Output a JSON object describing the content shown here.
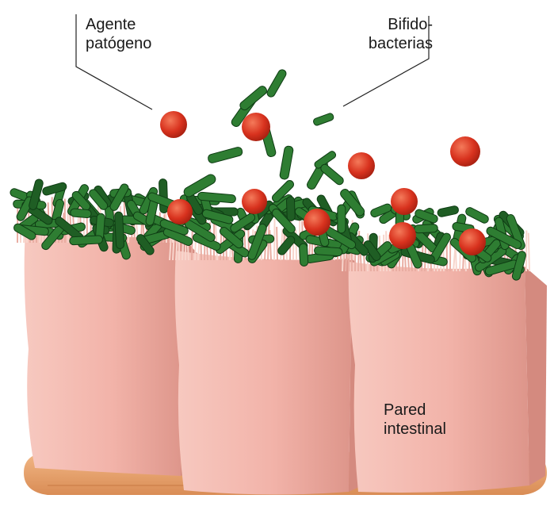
{
  "labels": {
    "pathogen": {
      "line1": "Agente",
      "line2": "patógeno"
    },
    "bifido": {
      "line1": "Bifido-",
      "line2": "bacterias"
    },
    "wall": {
      "line1": "Pared",
      "line2": "intestinal"
    }
  },
  "colors": {
    "cell": "#f2b3a9",
    "cell_light": "#f8d2c9",
    "cell_shadow": "#d98b80",
    "microvilli": "#f5cfc6",
    "bacteria": "#2e7d32",
    "bacteria_dark": "#0f3d14",
    "pathogen": "#d8321e",
    "pathogen_light": "#f26a4a",
    "base": "#e7a06a"
  },
  "icons": {
    "pathogen": "red-sphere",
    "bifidobacteria": "green-rod"
  }
}
